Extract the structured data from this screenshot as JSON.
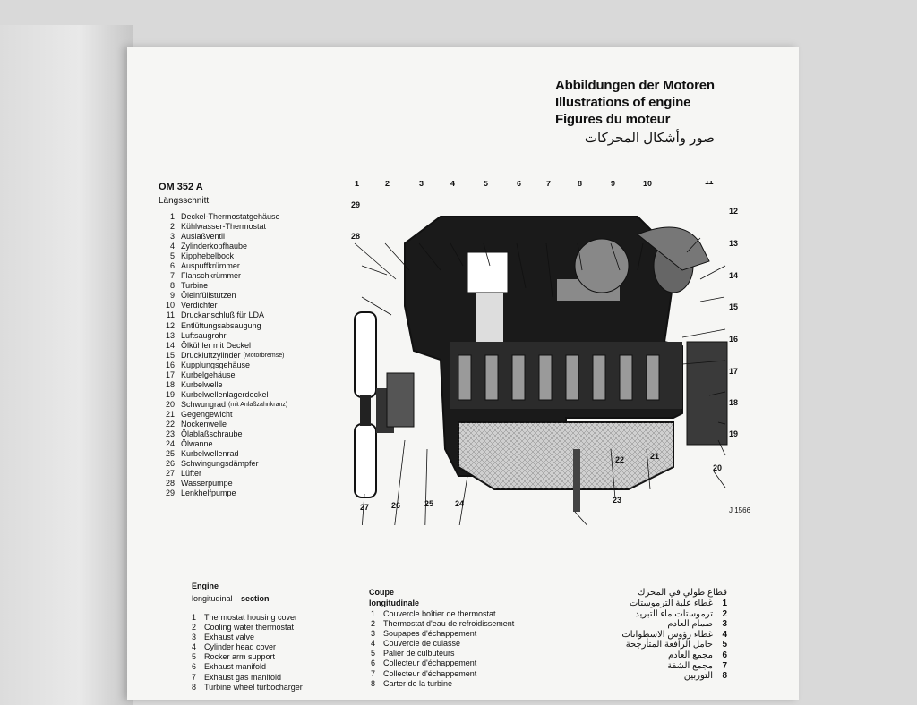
{
  "heading": {
    "de": "Abbildungen der Motoren",
    "en": "Illustrations of engine",
    "fr": "Figures du moteur",
    "ar": "صور وأشكال المحركات"
  },
  "model": "OM 352 A",
  "model_sub": "Längsschnitt",
  "parts_de": [
    {
      "n": "1",
      "t": "Deckel-Thermostatgehäuse"
    },
    {
      "n": "2",
      "t": "Kühlwasser-Thermostat"
    },
    {
      "n": "3",
      "t": "Auslaßventil"
    },
    {
      "n": "4",
      "t": "Zylinderkopfhaube"
    },
    {
      "n": "5",
      "t": "Kipphebelbock"
    },
    {
      "n": "6",
      "t": "Auspuffkrümmer"
    },
    {
      "n": "7",
      "t": "Flanschkrümmer"
    },
    {
      "n": "8",
      "t": "Turbine"
    },
    {
      "n": "9",
      "t": "Öleinfüllstutzen"
    },
    {
      "n": "10",
      "t": "Verdichter"
    },
    {
      "n": "11",
      "t": "Druckanschluß für LDA"
    },
    {
      "n": "12",
      "t": "Entlüftungsabsaugung"
    },
    {
      "n": "13",
      "t": "Luftsaugrohr"
    },
    {
      "n": "14",
      "t": "Ölkühler mit Deckel"
    },
    {
      "n": "15",
      "t": "Druckluftzylinder",
      "s": "(Motorbremse)"
    },
    {
      "n": "16",
      "t": "Kupplungsgehäuse"
    },
    {
      "n": "17",
      "t": "Kurbelgehäuse"
    },
    {
      "n": "18",
      "t": "Kurbelwelle"
    },
    {
      "n": "19",
      "t": "Kurbelwellenlagerdeckel"
    },
    {
      "n": "20",
      "t": "Schwungrad",
      "s": "(mit Anlaßzahnkranz)"
    },
    {
      "n": "21",
      "t": "Gegengewicht"
    },
    {
      "n": "22",
      "t": "Nockenwelle"
    },
    {
      "n": "23",
      "t": "Ölablaßschraube"
    },
    {
      "n": "24",
      "t": "Ölwanne"
    },
    {
      "n": "25",
      "t": "Kurbelwellenrad"
    },
    {
      "n": "26",
      "t": "Schwingungsdämpfer"
    },
    {
      "n": "27",
      "t": "Lüfter"
    },
    {
      "n": "28",
      "t": "Wasserpumpe"
    },
    {
      "n": "29",
      "t": "Lenkhelfpumpe"
    }
  ],
  "diagram_code": "J 1566",
  "engine": {
    "title": "Engine",
    "sub1": "longitudinal",
    "sub2": "section",
    "items": [
      {
        "n": "1",
        "t": "Thermostat housing cover"
      },
      {
        "n": "2",
        "t": "Cooling water thermostat"
      },
      {
        "n": "3",
        "t": "Exhaust valve"
      },
      {
        "n": "4",
        "t": "Cylinder head cover"
      },
      {
        "n": "5",
        "t": "Rocker arm support"
      },
      {
        "n": "6",
        "t": "Exhaust manifold"
      },
      {
        "n": "7",
        "t": "Exhaust gas manifold"
      },
      {
        "n": "8",
        "t": "Turbine wheel turbocharger"
      }
    ]
  },
  "coupe": {
    "title1": "Coupe",
    "title2": "longitudinale",
    "items": [
      {
        "n": "1",
        "t": "Couvercle boîtier de thermostat"
      },
      {
        "n": "2",
        "t": "Thermostat d'eau de refroidissement"
      },
      {
        "n": "3",
        "t": "Soupapes d'échappement"
      },
      {
        "n": "4",
        "t": "Couvercle de culasse"
      },
      {
        "n": "5",
        "t": "Palier de culbuteurs"
      },
      {
        "n": "6",
        "t": "Collecteur d'échappement"
      },
      {
        "n": "7",
        "t": "Collecteur d'échappement"
      },
      {
        "n": "8",
        "t": "Carter de la turbine"
      }
    ]
  },
  "arabic": {
    "title": "قطاع طولي في المحرك",
    "items": [
      {
        "n": "1",
        "t": "غطاء علبة الترموستات"
      },
      {
        "n": "2",
        "t": "ترموستات ماء التبريد"
      },
      {
        "n": "3",
        "t": "صمام العادم"
      },
      {
        "n": "4",
        "t": "غطاء رؤوس الاسطوانات"
      },
      {
        "n": "5",
        "t": "حامل الرافعة المتأرجحة"
      },
      {
        "n": "6",
        "t": "مجمع العادم"
      },
      {
        "n": "7",
        "t": "مجمع الشفة"
      },
      {
        "n": "8",
        "t": "التوربين"
      }
    ]
  }
}
